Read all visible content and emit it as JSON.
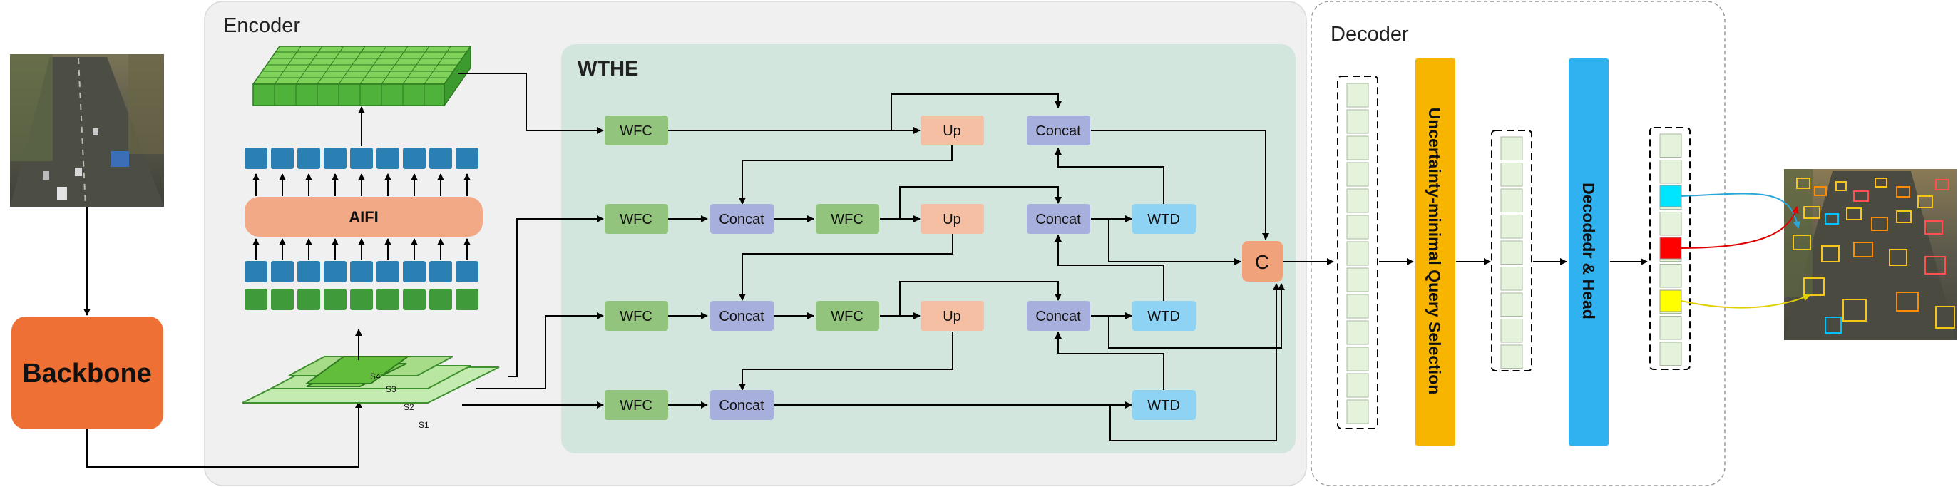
{
  "encoder": {
    "title": "Encoder",
    "aifi_label": "AIFI"
  },
  "wthe": {
    "title": "WTHE"
  },
  "decoder": {
    "title": "Decoder",
    "query_selection_label": "Uncertainty-minimal Query Selection",
    "head_label": "Decodedr & Head"
  },
  "backbone": {
    "label": "Backbone"
  },
  "pyramid": {
    "s1": "S1",
    "s2": "S2",
    "s3": "S3",
    "s4": "S4"
  },
  "blocks": {
    "wfc": "WFC",
    "concat": "Concat",
    "up": "Up",
    "wtd": "WTD",
    "c": "C"
  },
  "colors": {
    "wfc": "#93c47d",
    "concat": "#a7b0dc",
    "up": "#f5bfa3",
    "wtd": "#8fd3f4",
    "c_node": "#f0a27a",
    "backbone": "#ee7034",
    "aifi": "#f2aa86",
    "token_blue": "#2b80b3",
    "token_green": "#3f9a3a",
    "query_bar": "#f7b500",
    "head_bar": "#2fb2ef",
    "encoder_panel": "#f0f0f0",
    "wthe_panel": "#d3e6dd",
    "query_cyan": "#00e5ff",
    "query_red": "#ff0000",
    "query_yellow": "#ffff00"
  },
  "icons": {
    "input_image": "traffic-scene-photo",
    "output_image": "detected-traffic-scene-photo"
  }
}
